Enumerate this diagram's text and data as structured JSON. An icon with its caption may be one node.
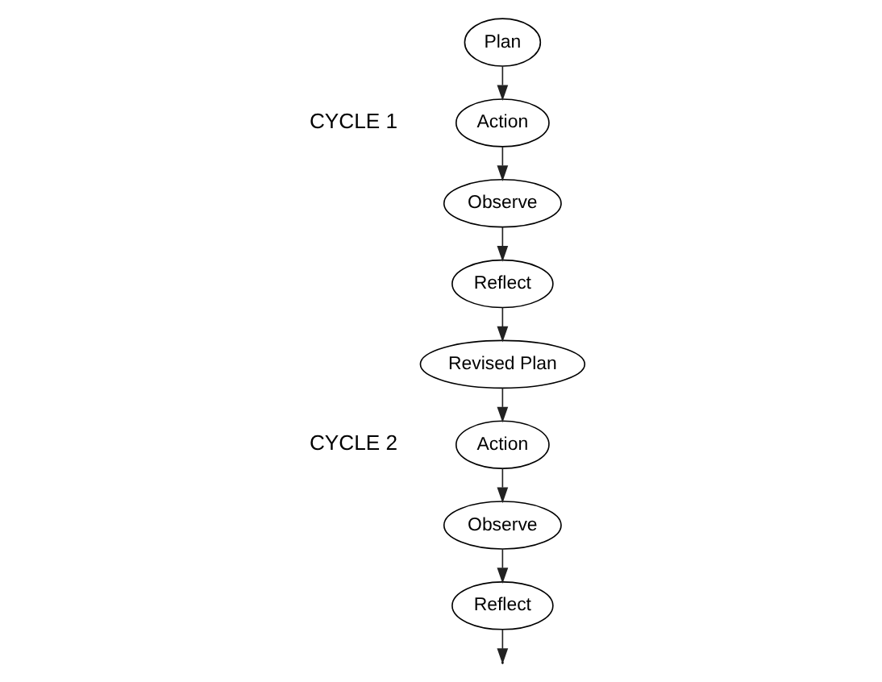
{
  "diagram": {
    "nodes": [
      {
        "text": [
          "Plan"
        ]
      },
      {
        "text": [
          "Action"
        ]
      },
      {
        "text": [
          "Observe"
        ]
      },
      {
        "text": [
          "Reflect"
        ]
      },
      {
        "text": [
          "Revised Plan"
        ]
      },
      {
        "text": [
          "Action"
        ]
      },
      {
        "text": [
          "Observe"
        ]
      },
      {
        "text": [
          "Reflect"
        ]
      }
    ],
    "edges": [
      {
        "from": 0,
        "to": 1,
        "arrow": "to"
      },
      {
        "from": 1,
        "to": 2,
        "arrow": "to"
      },
      {
        "from": 2,
        "to": 3,
        "arrow": "to"
      },
      {
        "from": 3,
        "to": 4,
        "arrow": "to"
      },
      {
        "from": 4,
        "to": 5,
        "arrow": "to"
      },
      {
        "from": 5,
        "to": 6,
        "arrow": "to"
      },
      {
        "from": 6,
        "to": 7,
        "arrow": "to"
      },
      {
        "from": 7,
        "to": null,
        "arrow": "to"
      }
    ],
    "labels": [
      "CYCLE 1",
      "CYCLE 2"
    ]
  }
}
